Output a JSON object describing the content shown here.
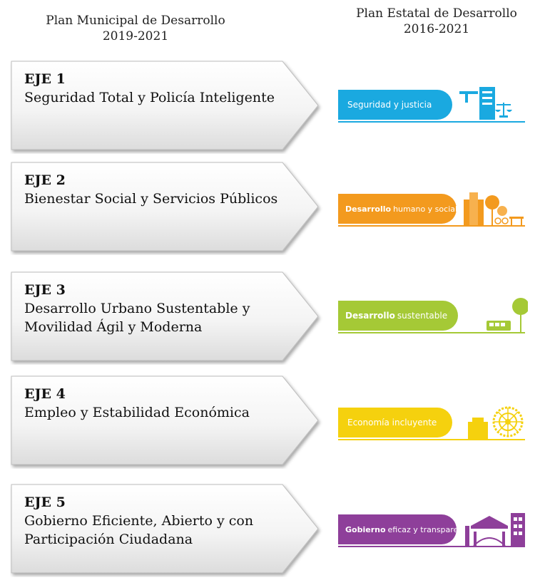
{
  "header": {
    "left": {
      "line1": "Plan Municipal de Desarrollo",
      "line2": "2019-2021"
    },
    "right": {
      "line1": "Plan Estatal de Desarrollo",
      "line2": "2016-2021"
    }
  },
  "ejes": [
    {
      "label": "EJE 1",
      "title": "Seguridad Total y Policía Inteligente"
    },
    {
      "label": "EJE 2",
      "title": "Bienestar Social y Servicios Públicos"
    },
    {
      "label": "EJE 3",
      "title": "Desarrollo Urbano Sustentable y Movilidad Ágil y Moderna"
    },
    {
      "label": "EJE 4",
      "title": "Empleo y Estabilidad Económica"
    },
    {
      "label": "EJE 5",
      "title": "Gobierno Eficiente, Abierto y con Participación Ciudadana"
    }
  ],
  "estatal": [
    {
      "strong": "",
      "text": "Seguridad y justicia",
      "color": "#1aa9e0",
      "icon": "scales-of-justice-icon"
    },
    {
      "strong": "Desarrollo",
      "text": "humano y social",
      "color": "#f39a1e",
      "icon": "building-trees-bench-icon"
    },
    {
      "strong": "Desarrollo",
      "text": "sustentable",
      "color": "#a5c936",
      "icon": "tree-bus-icon"
    },
    {
      "strong": "",
      "text": "Economía incluyente",
      "color": "#f5d10e",
      "icon": "ferris-wheel-icon"
    },
    {
      "strong": "Gobierno",
      "text": "eficaz y transparente",
      "color": "#8e3f9a",
      "icon": "government-building-icon"
    }
  ]
}
